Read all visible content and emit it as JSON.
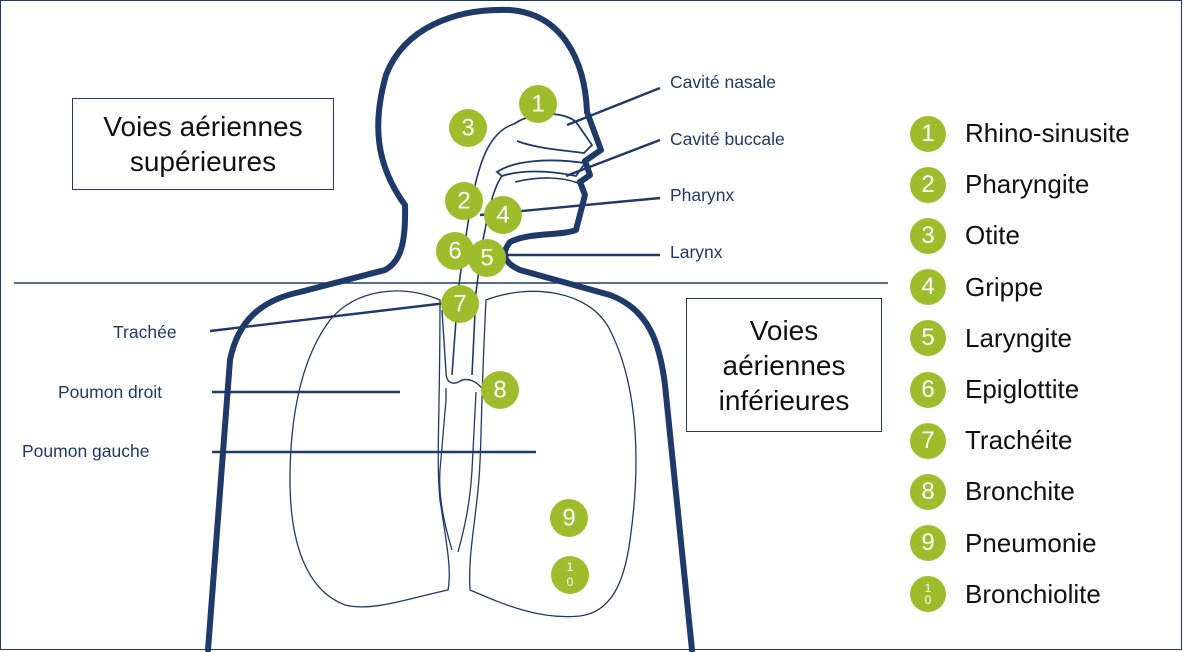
{
  "colors": {
    "badge": "#9dbd2c",
    "outline": "#1f3a68"
  },
  "upper_label": "Voies aériennes\nsupérieures",
  "lower_label": "Voies\naériennes\ninférieures",
  "anatomy_labels": {
    "cavite_nasale": "Cavité nasale",
    "cavite_buccale": "Cavité buccale",
    "pharynx": "Pharynx",
    "larynx": "Larynx",
    "trachee": "Trachée",
    "poumon_droit": "Poumon droit",
    "poumon_gauche": "Poumon gauche"
  },
  "legend": [
    {
      "num": "1",
      "label": "Rhino-sinusite"
    },
    {
      "num": "2",
      "label": "Pharyngite"
    },
    {
      "num": "3",
      "label": "Otite"
    },
    {
      "num": "4",
      "label": "Grippe"
    },
    {
      "num": "5",
      "label": "Laryngite"
    },
    {
      "num": "6",
      "label": "Epiglottite"
    },
    {
      "num": "7",
      "label": "Trachéite"
    },
    {
      "num": "8",
      "label": "Bronchite"
    },
    {
      "num": "9",
      "label": "Pneumonie"
    },
    {
      "num": "10",
      "label": "Bronchiolite"
    }
  ]
}
